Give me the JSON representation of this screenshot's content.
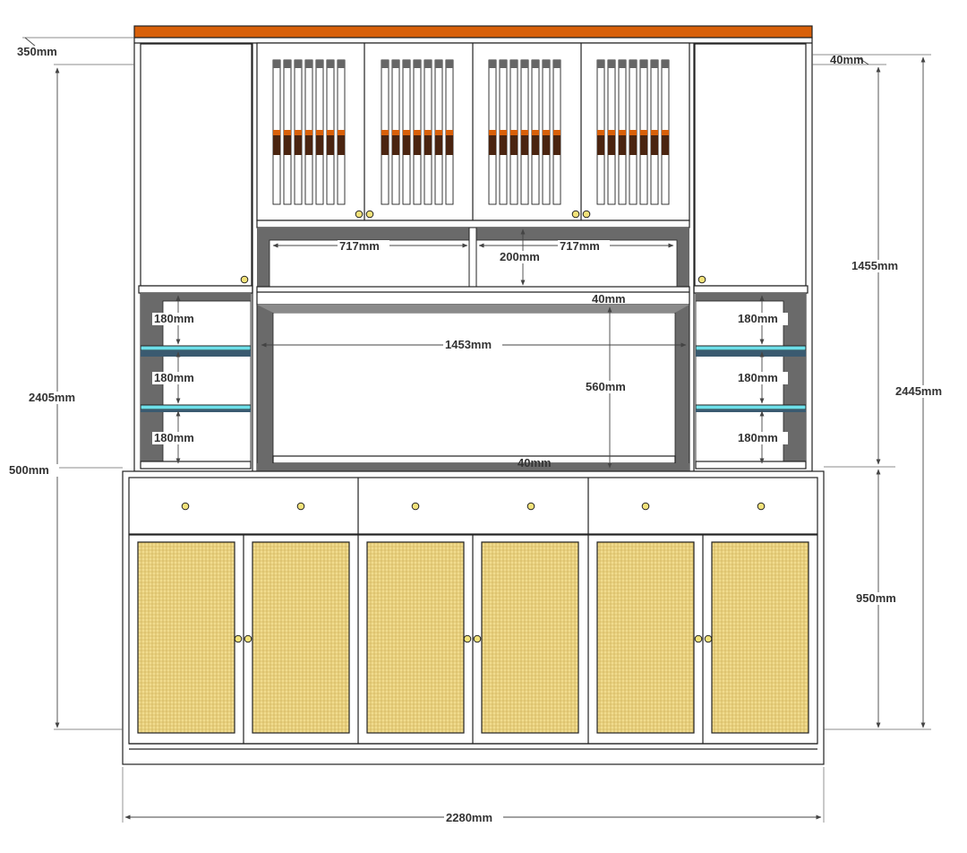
{
  "dimensions": {
    "top_depth": "350mm",
    "top_thickness": "40mm",
    "upper_total_height": "2405mm",
    "overall_height": "2445mm",
    "lower_depth": "500mm",
    "upper_section_height": "1455mm",
    "lower_section_height": "950mm",
    "overall_width": "2280mm",
    "shelf_gap_1_left": "180mm",
    "shelf_gap_2_left": "180mm",
    "shelf_gap_3_left": "180mm",
    "shelf_gap_1_right": "180mm",
    "shelf_gap_2_right": "180mm",
    "shelf_gap_3_right": "180mm",
    "niche_width_left": "717mm",
    "niche_width_right": "717mm",
    "niche_height": "200mm",
    "shelf_thickness_mid": "40mm",
    "tv_opening_width": "1453mm",
    "tv_opening_height": "560mm",
    "counter_thickness": "40mm"
  },
  "colors": {
    "top_board": "#d8600a",
    "glass_shelf": "#6ee0ea",
    "cane_panel": "#f1dc8e",
    "knob": "#f2e27a",
    "inner_shadow": "#6a6a6a",
    "band_brown": "#4a2410",
    "band_orange": "#d8600a"
  }
}
